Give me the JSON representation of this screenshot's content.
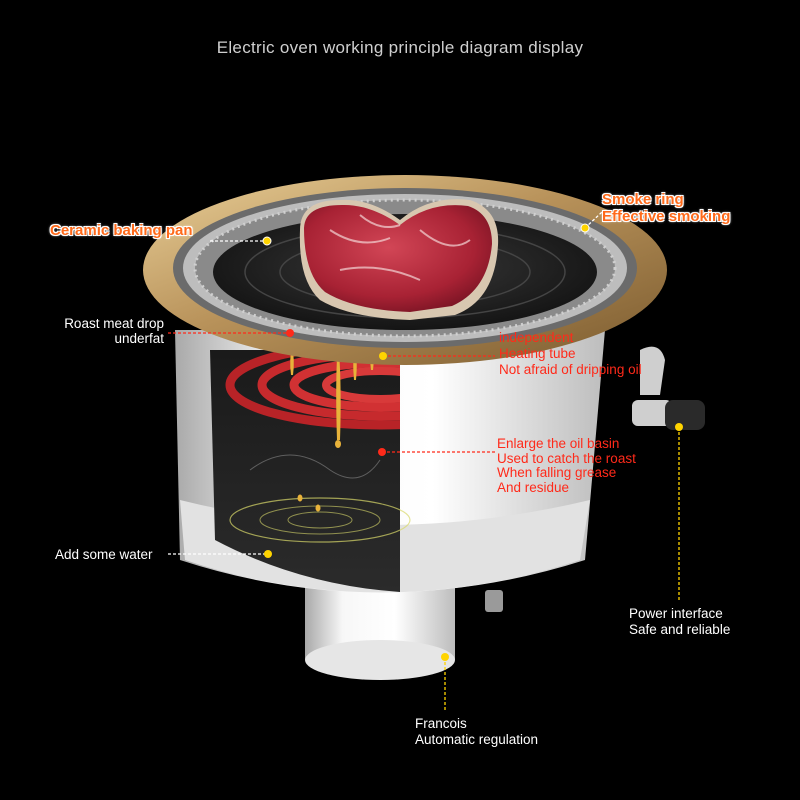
{
  "title": "Electric oven working principle diagram display",
  "labels": {
    "ceramic_pan": "Ceramic baking pan",
    "smoke_ring_1": "Smoke ring",
    "smoke_ring_2": "Effective smoking",
    "roast_1": "Roast meat drop",
    "roast_2": "underfat",
    "heating_1": "independent",
    "heating_2": "Heating tube",
    "heating_3": "Not afraid of dripping oil",
    "basin_1": "Enlarge the oil basin",
    "basin_2": "Used to catch the roast",
    "basin_3": "When falling grease",
    "basin_4": "And residue",
    "water": "Add some water",
    "power_1": "Power interface",
    "power_2": "Safe and reliable",
    "francois_1": "Francois",
    "francois_2": "Automatic regulation"
  },
  "colors": {
    "background": "#000000",
    "callout_red": "#ff2a1a",
    "callout_orange": "#ff6a1a",
    "gold_rim": "#c9a56a",
    "meat": "#b3283a",
    "heating_coil": "#c0282a",
    "body_white": "#f2f2f2",
    "leader_line_yellow": "#ffd400"
  }
}
